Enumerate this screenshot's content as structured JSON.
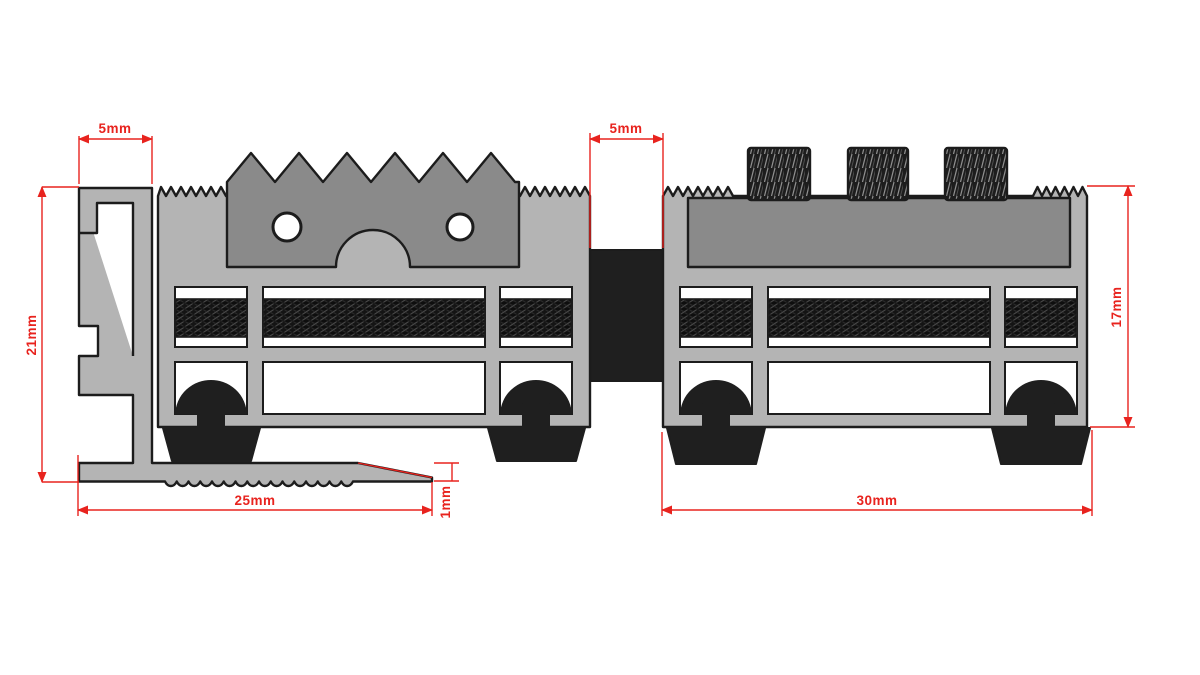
{
  "colors": {
    "background": "#ffffff",
    "outline": "#1c1c1c",
    "aluminum": "#b4b4b4",
    "insert": "#8a8a8a",
    "rubber": "#1f1f1f",
    "white": "#ffffff",
    "dimension": "#e8231e"
  },
  "dimensions": {
    "frame_top_width": "5mm",
    "expansion_gap": "5mm",
    "frame_height": "21mm",
    "base_plate_width": "25mm",
    "base_plate_edge": "1mm",
    "profile_width": "30mm",
    "profile_height": "17mm"
  }
}
